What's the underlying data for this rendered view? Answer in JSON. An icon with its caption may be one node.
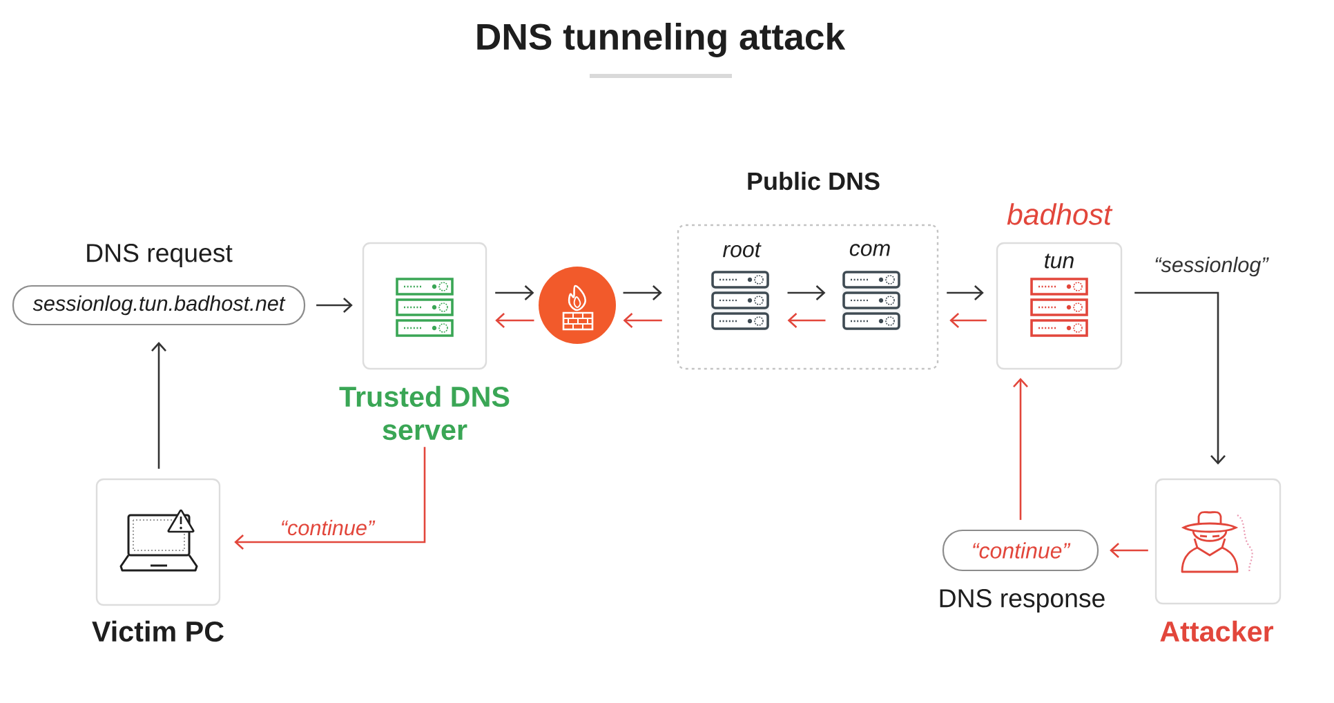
{
  "diagram": {
    "title": "DNS tunneling attack",
    "nodes": [
      {
        "text": [
          "sessionlog.tun.badhost.net"
        ],
        "beside": [
          "DNS request"
        ]
      },
      {
        "text": [
          "Trusted DNS server"
        ]
      },
      {
        "text": [],
        "shape": "circle"
      },
      {
        "text": [
          "Public DNS"
        ]
      },
      {
        "text": [
          "root"
        ],
        "in": 3
      },
      {
        "text": [
          "com"
        ],
        "in": 3
      },
      {
        "text": [
          "badhost",
          "tun"
        ]
      },
      {
        "text": [
          "Victim PC"
        ]
      },
      {
        "text": [
          "“continue”"
        ],
        "beside": [
          "DNS response"
        ]
      },
      {
        "text": [
          "Attacker"
        ]
      }
    ],
    "edges": [
      {
        "from": 7,
        "to": 0,
        "arrow": "to"
      },
      {
        "from": 0,
        "to": 1,
        "arrow": "to"
      },
      {
        "from": 1,
        "to": 2,
        "arrow": "to"
      },
      {
        "from": 2,
        "to": 1,
        "arrow": "to",
        "color": "#e2463b"
      },
      {
        "from": 2,
        "to": 3,
        "arrow": "to"
      },
      {
        "from": 3,
        "to": 2,
        "arrow": "to",
        "color": "#e2463b"
      },
      {
        "from": 4,
        "to": 5,
        "arrow": "to"
      },
      {
        "from": 5,
        "to": 4,
        "arrow": "to",
        "color": "#e2463b"
      },
      {
        "from": 3,
        "to": 6,
        "arrow": "to"
      },
      {
        "from": 6,
        "to": 3,
        "arrow": "to",
        "color": "#e2463b"
      },
      {
        "from": 6,
        "to": 9,
        "arrow": "to",
        "label": "“sessionlog”"
      },
      {
        "from": 9,
        "to": 8,
        "arrow": "to",
        "color": "#e2463b"
      },
      {
        "from": 8,
        "to": 6,
        "arrow": "to",
        "color": "#e2463b"
      },
      {
        "from": 1,
        "to": 7,
        "arrow": "to",
        "label": "“continue”",
        "color": "#e2463b"
      }
    ]
  }
}
